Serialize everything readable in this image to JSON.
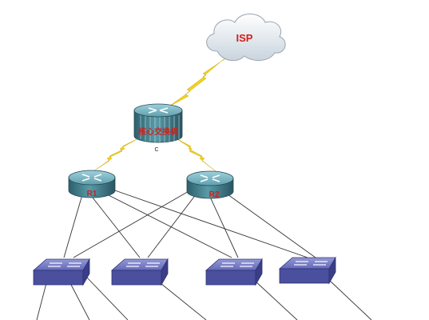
{
  "diagram": {
    "isp": {
      "label": "ISP",
      "icon": "cloud-icon",
      "label_color": "#d0201a"
    },
    "core": {
      "label": "核心交换机",
      "sublabel": "C",
      "icon": "layer3-switch-icon",
      "label_color": "#d0201a"
    },
    "routers": [
      {
        "label": "R1",
        "icon": "router-icon"
      },
      {
        "label": "R2",
        "icon": "router-icon"
      }
    ],
    "switches": [
      {
        "icon": "workgroup-switch-icon"
      },
      {
        "icon": "workgroup-switch-icon"
      },
      {
        "icon": "workgroup-switch-icon"
      },
      {
        "icon": "workgroup-switch-icon"
      }
    ],
    "links": {
      "wan_color": "#f2d21e",
      "lan_color": "#333333"
    },
    "colors": {
      "device_body": "#3f7a88",
      "device_top": "#7fb7c4",
      "switch_body": "#4a4f9e",
      "switch_top": "#7d83c8",
      "router_label": "#d0201a"
    }
  }
}
